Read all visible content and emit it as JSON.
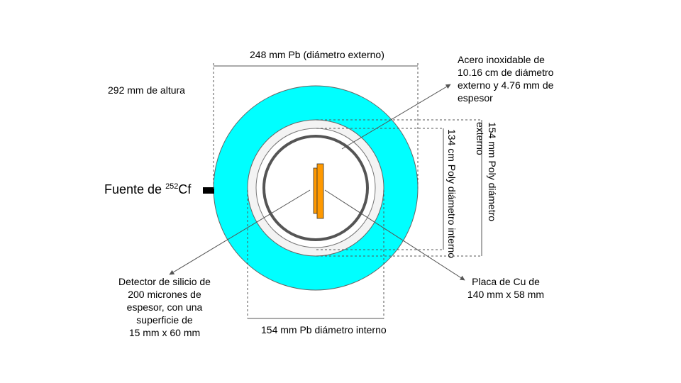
{
  "labels": {
    "outer_diameter": "248 mm Pb (diámetro externo)",
    "height": "292 mm de altura",
    "steel": [
      "Acero inoxidable de",
      "10.16 cm de diámetro",
      "externo y 4.76 mm de",
      "espesor"
    ],
    "poly_outer": [
      "154 mm Poly diámetro",
      "externo"
    ],
    "poly_inner": "134 cm Poly diámetro interno",
    "source_prefix": "Fuente de ",
    "source_isotope": "252",
    "source_suffix": "Cf",
    "detector": [
      "Detector de silicio de",
      "200 micrones de",
      "espesor, con una",
      "superficie de",
      "15 mm x 60 mm"
    ],
    "cu_plate": [
      "Placa de Cu de",
      "140 mm x 58 mm"
    ],
    "inner_diameter": "154 mm Pb diámetro interno"
  },
  "colors": {
    "lead_shield": "#00ffff",
    "poly_fill": "#f3f3f3",
    "steel_ring": "#555555",
    "copper_plate": "#ff9900",
    "detector": "#ff9900",
    "source_block": "#000000",
    "line": "#555555"
  }
}
